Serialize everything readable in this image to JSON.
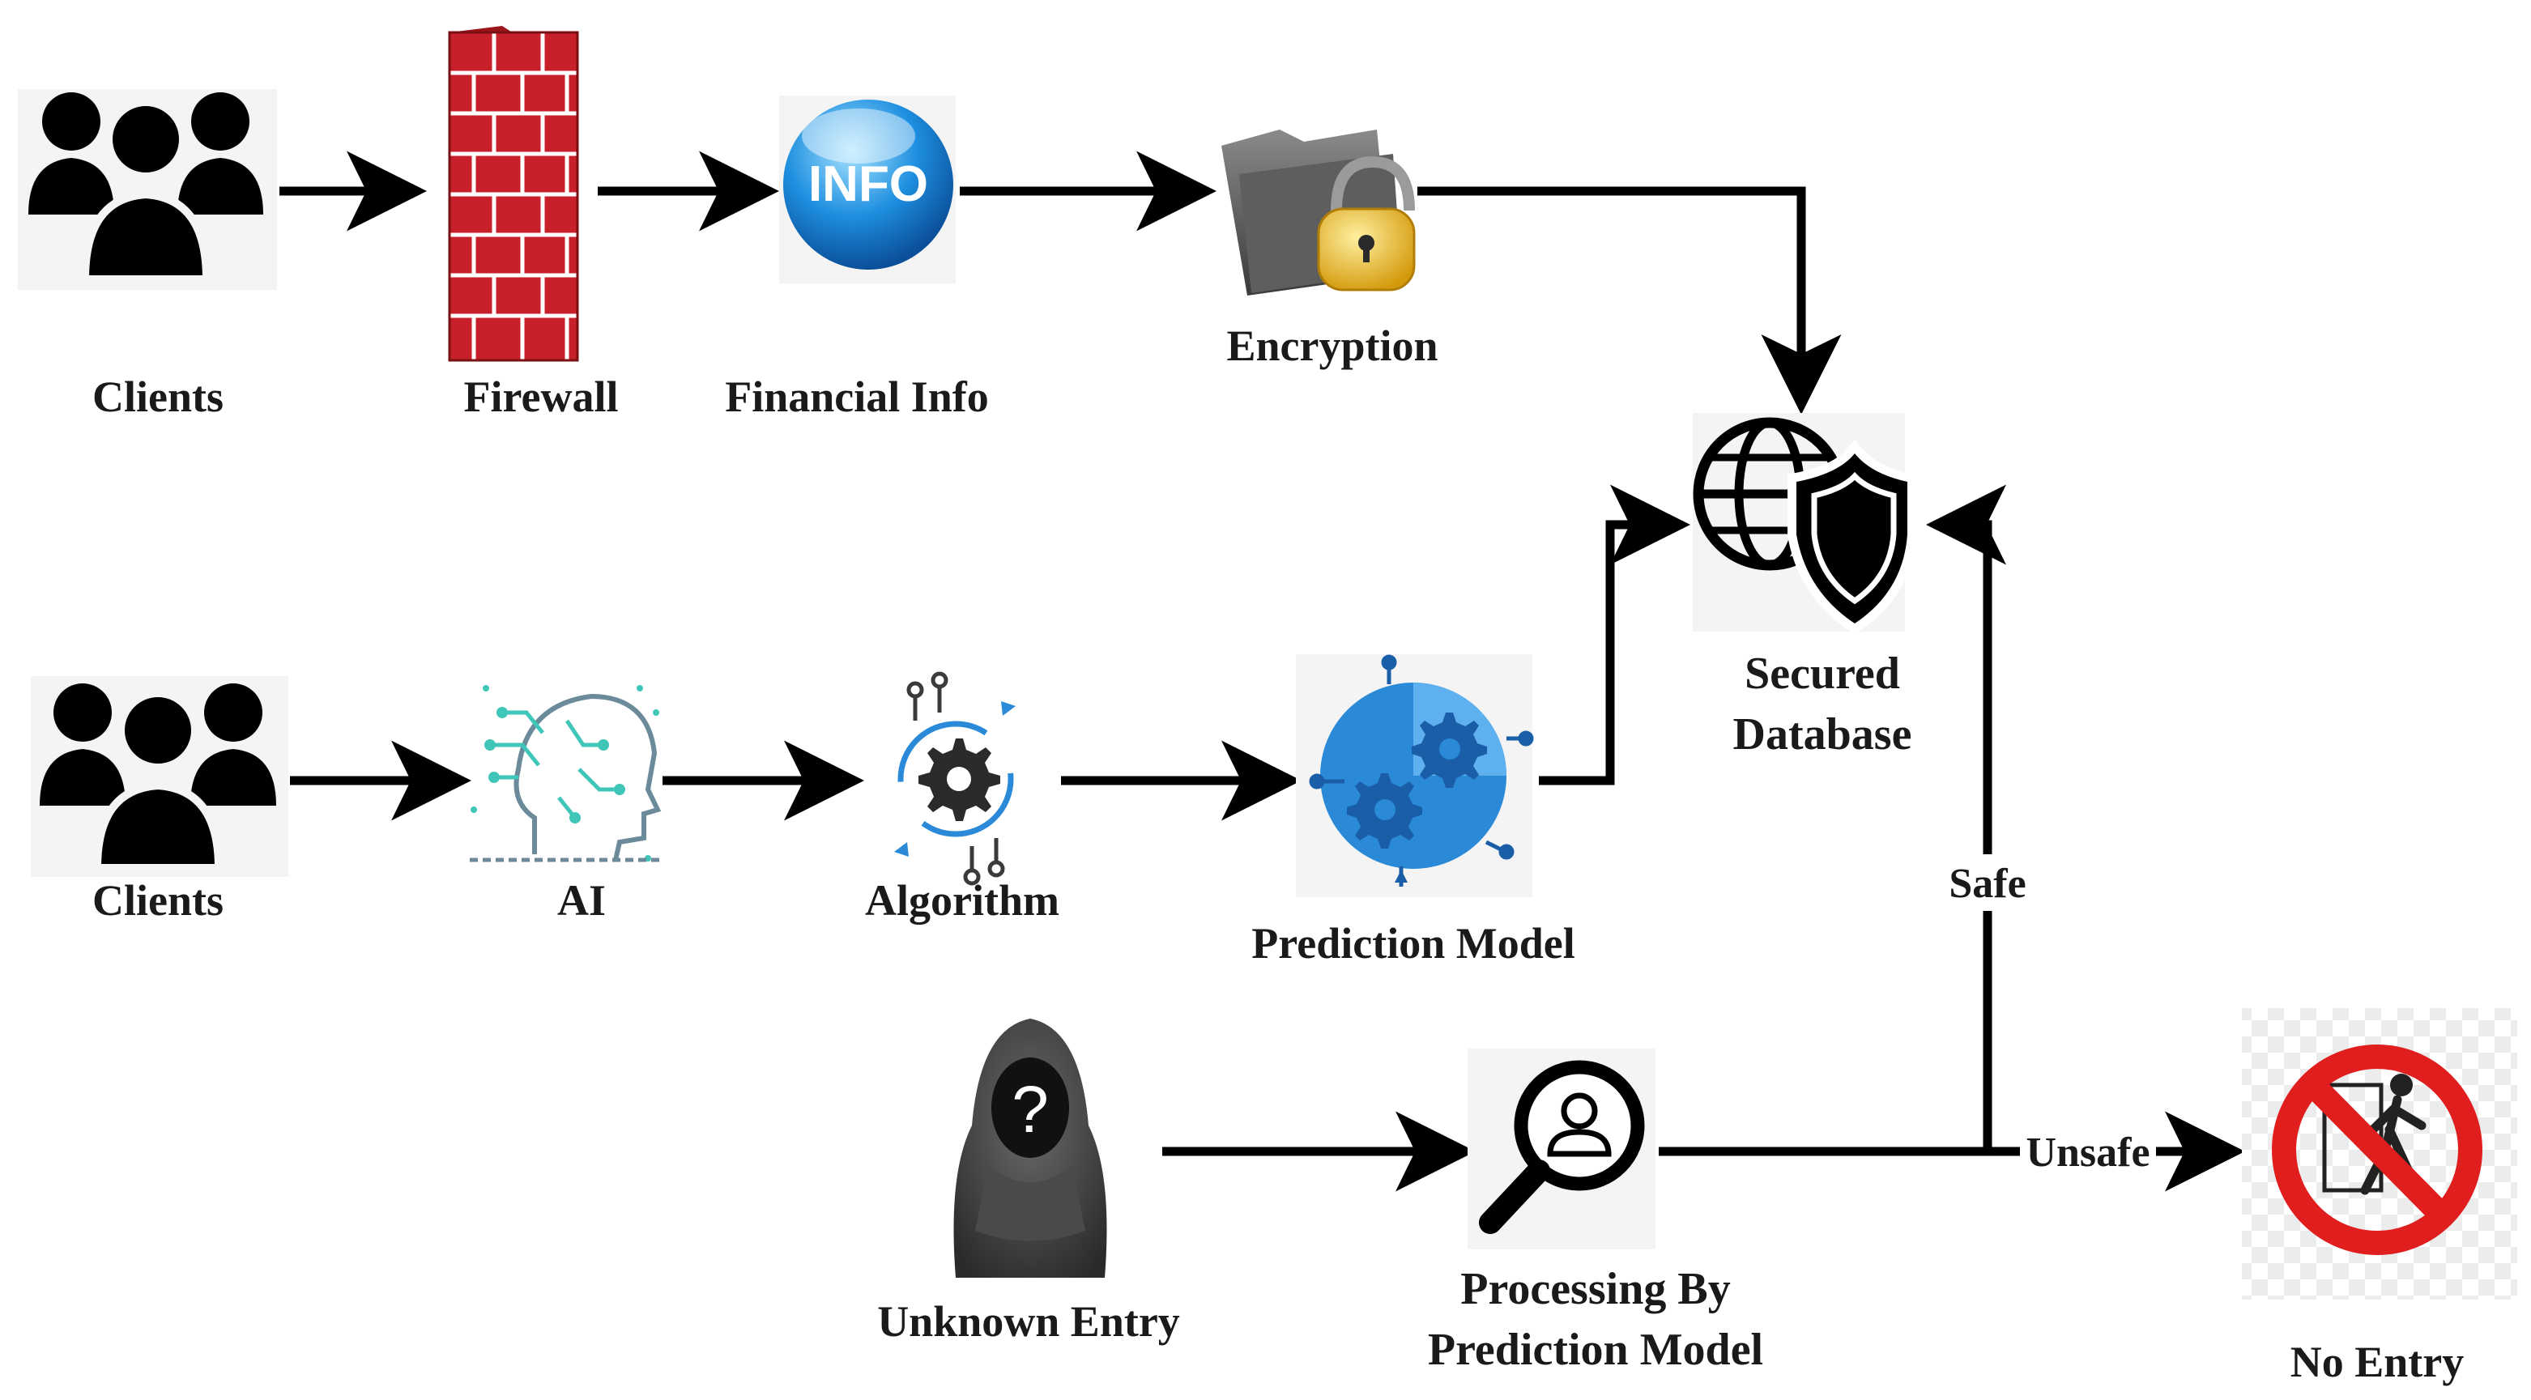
{
  "nodes": {
    "clients_top": {
      "label": "Clients",
      "icon": "users-group-icon"
    },
    "firewall": {
      "label": "Firewall",
      "icon": "brick-wall-icon"
    },
    "financial_info": {
      "label": "Financial Info",
      "icon": "info-sphere-icon",
      "badge": "INFO"
    },
    "encryption": {
      "label": "Encryption",
      "icon": "locked-folder-icon"
    },
    "secured_database": {
      "label_line1": "Secured",
      "label_line2": "Database",
      "icon": "globe-shield-icon"
    },
    "clients_mid": {
      "label": "Clients",
      "icon": "users-group-icon"
    },
    "ai": {
      "label": "AI",
      "icon": "ai-head-circuit-icon"
    },
    "algorithm": {
      "label": "Algorithm",
      "icon": "gear-cycle-icon"
    },
    "prediction_model": {
      "label": "Prediction Model",
      "icon": "gears-circuit-icon"
    },
    "unknown_entry": {
      "label": "Unknown Entry",
      "icon": "hooded-figure-question-icon",
      "mark": "?"
    },
    "processing": {
      "label_line1": "Processing By",
      "label_line2": "Prediction Model",
      "icon": "magnifier-person-icon"
    },
    "no_entry": {
      "label": "No Entry",
      "icon": "no-entry-sign-icon"
    }
  },
  "edges": {
    "safe_label": "Safe",
    "unsafe_label": "Unsafe"
  },
  "colors": {
    "firewall_red": "#c8202a",
    "info_blue": "#1e8fe0",
    "lock_gold": "#e8b21c",
    "ai_teal": "#3fc6b8",
    "model_blue": "#2a8ad8",
    "no_entry_red": "#e01e1e"
  }
}
